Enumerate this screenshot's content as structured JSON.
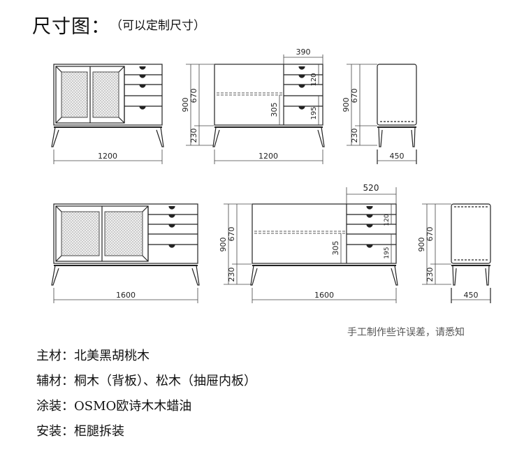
{
  "header": {
    "title": "尺寸图：",
    "note": "（可以定制尺寸）"
  },
  "dimensions": {
    "row1": {
      "front_width": "1200",
      "section_width": "1200",
      "side_depth": "450",
      "drawer_col_width": "390",
      "total_height": "900",
      "body_height": "670",
      "leg_height": "230",
      "shelf_height": "305",
      "top_drawer": "120",
      "bottom_drawer": "195"
    },
    "row2": {
      "front_width": "1600",
      "section_width": "1600",
      "side_depth": "450",
      "drawer_col_width": "520",
      "total_height": "900",
      "body_height": "670",
      "leg_height": "230",
      "shelf_height": "305",
      "top_drawer": "120",
      "bottom_drawer": "195"
    }
  },
  "disclaimer": "手工制作些许误差，请悉知",
  "specs": [
    "主材：北美黑胡桃木",
    "辅材：桐木（背板）、松木（抽屉内板）",
    "涂装：OSMO欧诗木木蜡油",
    "安装：柜腿拆装"
  ],
  "colors": {
    "line": "#222222",
    "panel_fill": "#f3f3f3",
    "dim_line": "#444444"
  }
}
